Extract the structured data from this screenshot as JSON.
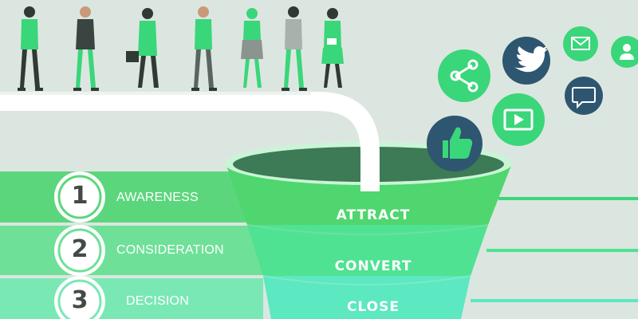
{
  "stages": [
    {
      "number": "1",
      "label": "AWARENESS",
      "color": "#5cd67c"
    },
    {
      "number": "2",
      "label": "CONSIDERATION",
      "color": "#6fe098"
    },
    {
      "number": "3",
      "label": "DECISION",
      "color": "#7ae8b4"
    }
  ],
  "funnel": {
    "layers": [
      {
        "label": "ATTRACT",
        "color": "#4fd66e"
      },
      {
        "label": "CONVERT",
        "color": "#4fe292"
      },
      {
        "label": "CLOSE",
        "color": "#5ce8c0"
      }
    ]
  },
  "social_icons": [
    {
      "name": "like-icon",
      "color": "#2e5670"
    },
    {
      "name": "share-icon",
      "color": "#3ad67a"
    },
    {
      "name": "twitter-icon",
      "color": "#2e5670"
    },
    {
      "name": "video-icon",
      "color": "#3ad67a"
    },
    {
      "name": "email-icon",
      "color": "#3ad67a"
    },
    {
      "name": "chat-icon",
      "color": "#2e5670"
    },
    {
      "name": "user-icon",
      "color": "#3ad67a"
    }
  ],
  "colors": {
    "background": "#dce6e0",
    "accent_green": "#3ad67a",
    "dark_navy": "#2e5670",
    "pipe": "#ffffff"
  }
}
